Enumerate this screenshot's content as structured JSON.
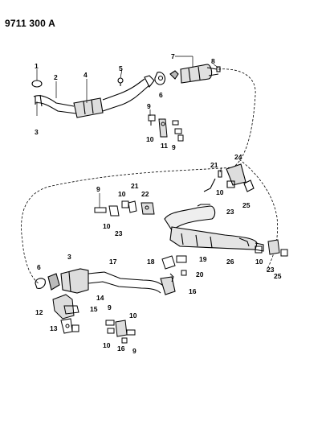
{
  "header": {
    "drawing_number": "9711 300 A"
  },
  "callouts": [
    {
      "id": "c1",
      "label": "1"
    },
    {
      "id": "c2",
      "label": "2"
    },
    {
      "id": "c3a",
      "label": "3"
    },
    {
      "id": "c4",
      "label": "4"
    },
    {
      "id": "c5",
      "label": "5"
    },
    {
      "id": "c6a",
      "label": "6"
    },
    {
      "id": "c7",
      "label": "7"
    },
    {
      "id": "c8",
      "label": "8"
    },
    {
      "id": "c9a",
      "label": "9"
    },
    {
      "id": "c10a",
      "label": "10"
    },
    {
      "id": "c11",
      "label": "11"
    },
    {
      "id": "c9b",
      "label": "9"
    },
    {
      "id": "c24",
      "label": "24"
    },
    {
      "id": "c21a",
      "label": "21"
    },
    {
      "id": "c10b",
      "label": "10"
    },
    {
      "id": "c23a",
      "label": "23"
    },
    {
      "id": "c25a",
      "label": "25"
    },
    {
      "id": "c9c",
      "label": "9"
    },
    {
      "id": "c10c",
      "label": "10"
    },
    {
      "id": "c21b",
      "label": "21"
    },
    {
      "id": "c22",
      "label": "22"
    },
    {
      "id": "c10d",
      "label": "10"
    },
    {
      "id": "c23b",
      "label": "23"
    },
    {
      "id": "c3b",
      "label": "3"
    },
    {
      "id": "c17",
      "label": "17"
    },
    {
      "id": "c6b",
      "label": "6"
    },
    {
      "id": "c18",
      "label": "18"
    },
    {
      "id": "c19",
      "label": "19"
    },
    {
      "id": "c26",
      "label": "26"
    },
    {
      "id": "c10e",
      "label": "10"
    },
    {
      "id": "c23c",
      "label": "23"
    },
    {
      "id": "c25b",
      "label": "25"
    },
    {
      "id": "c20",
      "label": "20"
    },
    {
      "id": "c16a",
      "label": "16"
    },
    {
      "id": "c14",
      "label": "14"
    },
    {
      "id": "c12",
      "label": "12"
    },
    {
      "id": "c15",
      "label": "15"
    },
    {
      "id": "c13",
      "label": "13"
    },
    {
      "id": "c9d",
      "label": "9"
    },
    {
      "id": "c10f",
      "label": "10"
    },
    {
      "id": "c10g",
      "label": "10"
    },
    {
      "id": "c16b",
      "label": "16"
    },
    {
      "id": "c9e",
      "label": "9"
    }
  ]
}
